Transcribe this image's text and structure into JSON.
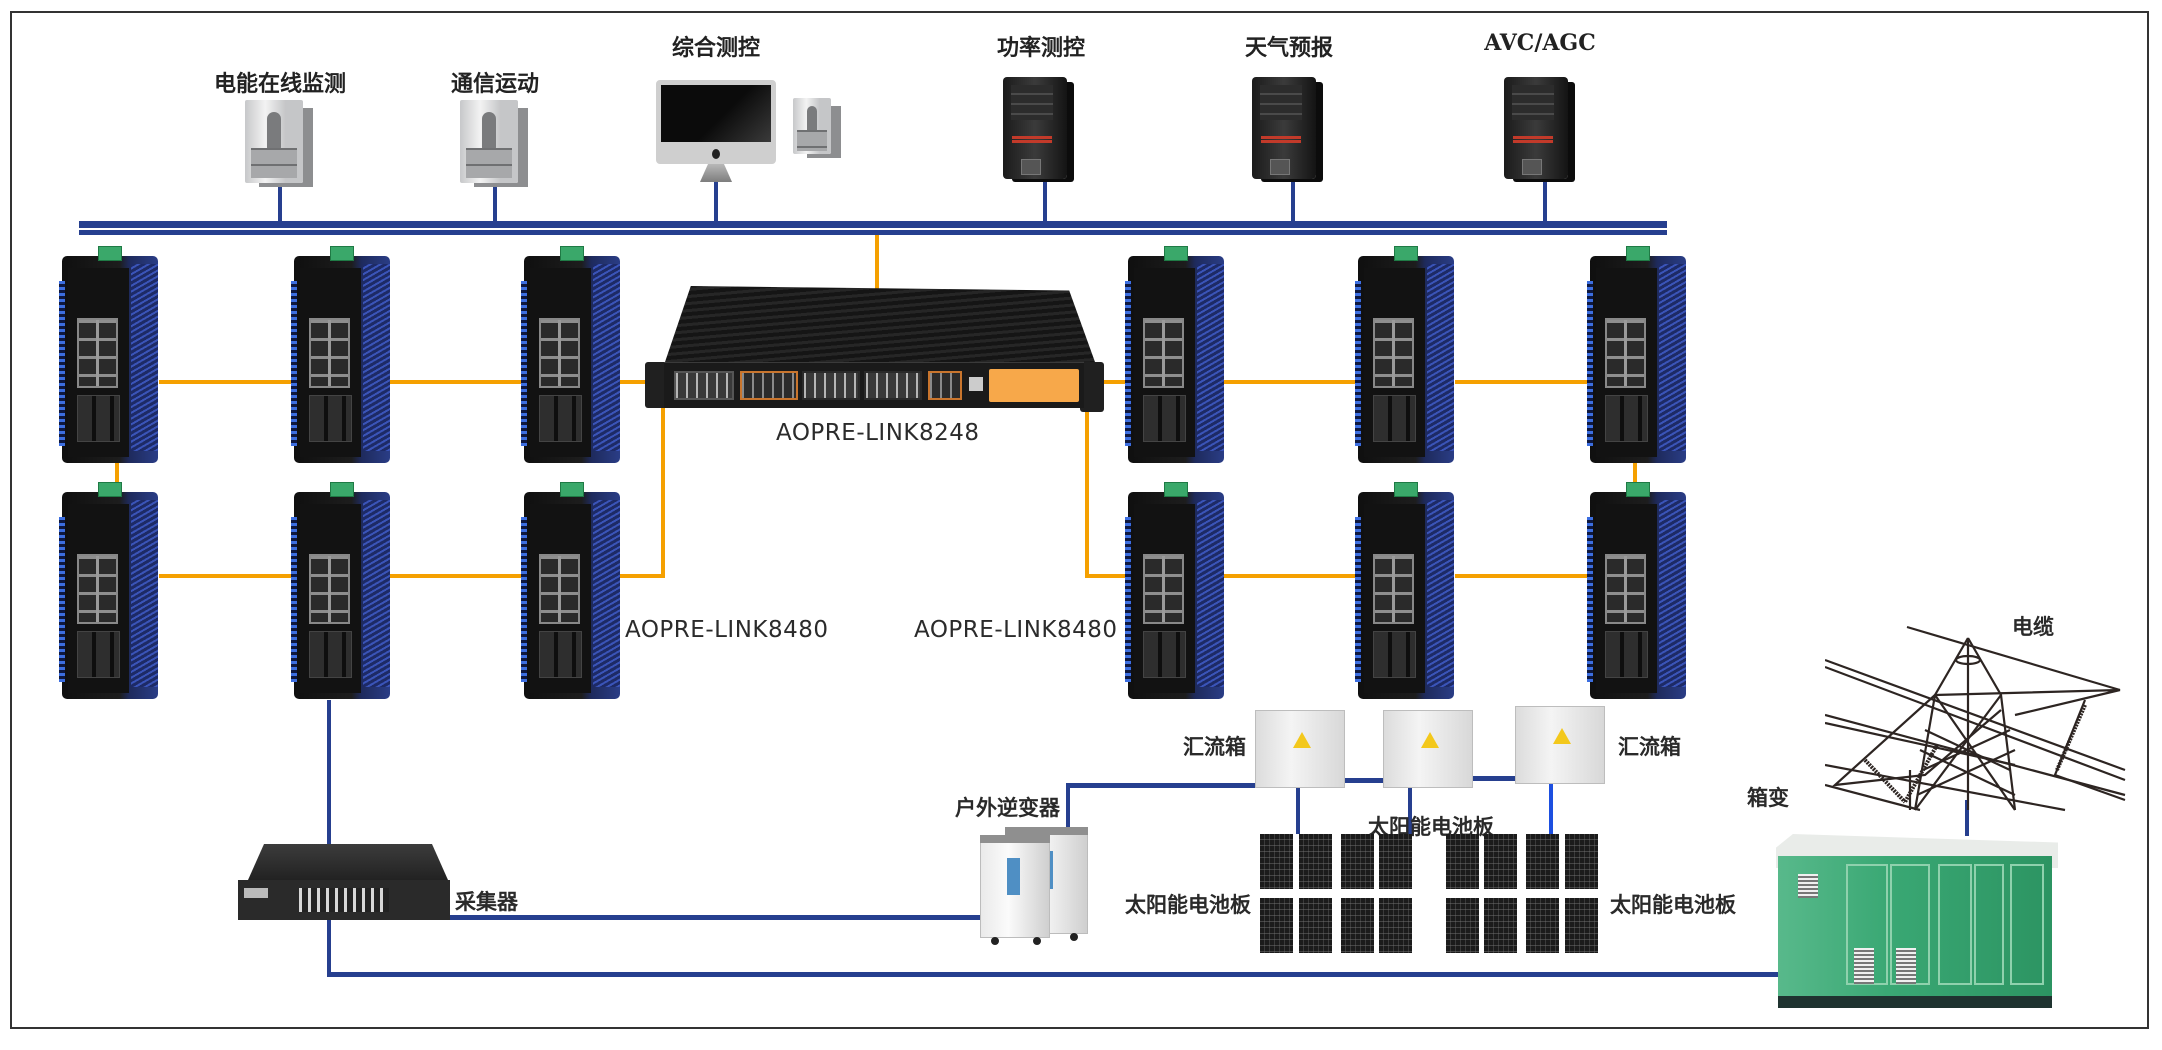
{
  "diagram": {
    "title": "Photovoltaic power station industrial Ethernet network topology",
    "colors": {
      "bus_blue": "#263f8f",
      "link_orange": "#f5a000",
      "text": "#222222"
    },
    "top_devices": [
      {
        "label": "电能在线监测",
        "icon": "server-tower-icon"
      },
      {
        "label": "通信运动",
        "icon": "server-tower-icon"
      },
      {
        "label": "综合测控",
        "icon": "imac-workstation-icon"
      },
      {
        "label": "功率测控",
        "icon": "black-server-tower-icon"
      },
      {
        "label": "天气预报",
        "icon": "black-server-tower-icon"
      },
      {
        "label": "AVC/AGC",
        "icon": "black-server-tower-icon"
      }
    ],
    "core_switch": {
      "model": "AOPRE-LINK8248",
      "icon": "rack-switch-icon"
    },
    "ring_switches": {
      "left_label": "AOPRE-LINK8480",
      "right_label": "AOPRE-LINK8480",
      "count_left": 6,
      "count_right": 6,
      "icon": "din-rail-switch-icon"
    },
    "field": {
      "collector": "采集器",
      "inverter": "户外逆变器",
      "combiner_left": "汇流箱",
      "combiner_right": "汇流箱",
      "solar_left": "太阳能电池板",
      "solar_middle": "太阳能电池板",
      "solar_right": "太阳能电池板",
      "box_transformer": "箱变",
      "cable": "电缆"
    }
  }
}
